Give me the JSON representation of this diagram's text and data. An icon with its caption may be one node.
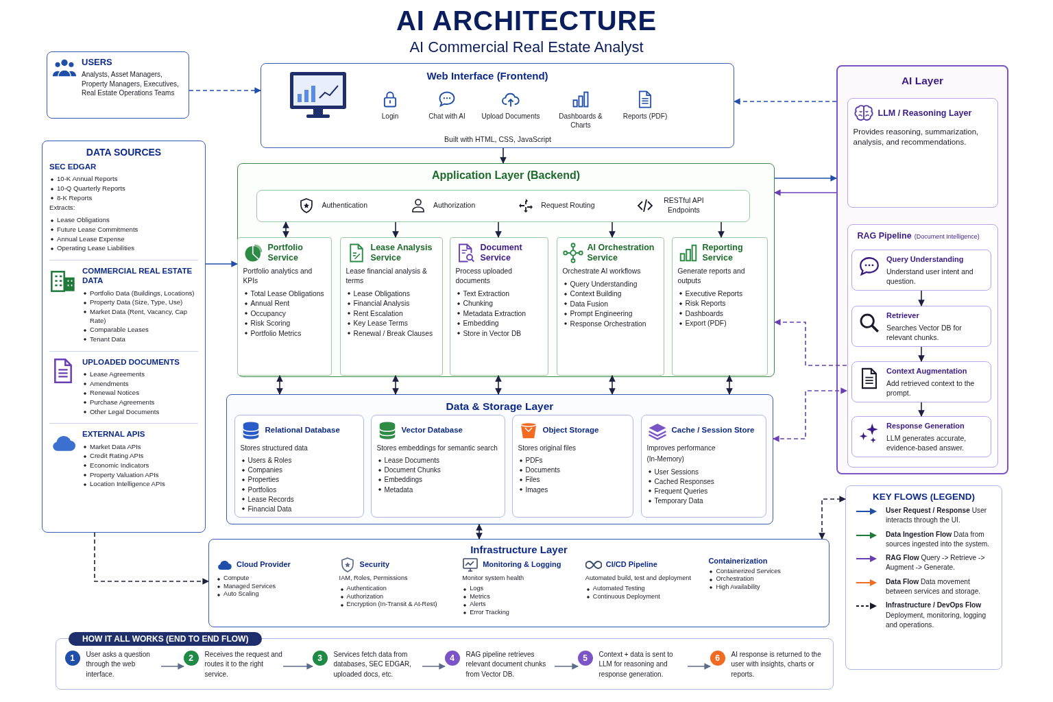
{
  "diagram": {
    "title": "AI ARCHITECTURE",
    "nodes": [
      {
        "text": [
          "USERS",
          "Analysts, Asset Managers, Property Managers, Executives, Real Estate Operations Teams"
        ]
      },
      {
        "text": [
          "Web Interface (Frontend)",
          "Login",
          "Chat with AI",
          "Upload Documents",
          "Dashboards & Charts",
          "Reports (PDF)",
          "Built with HTML, CSS, JavaScript"
        ]
      },
      {
        "text": [
          "DATA SOURCES",
          "SEC EDGAR",
          "10-K Annual Reports",
          "10-Q Quarterly Reports",
          "8-K Reports",
          "Extracts:",
          "Lease Obligations",
          "Future Lease Commitments",
          "Annual Lease Expense",
          "Operating Lease Liabilities",
          "COMMERCIAL REAL ESTATE DATA",
          "Portfolio Data (Buildings, Locations)",
          "Property Data (Size, Type, Use)",
          "Market Data (Rent, Vacancy, Cap Rate)",
          "Comparable Leases",
          "Tenant Data",
          "UPLOADED DOCUMENTS",
          "Lease Agreements",
          "Amendments",
          "Renewal Notices",
          "Purchase Agreements",
          "Other Legal Documents",
          "EXTERNAL APIS",
          "Market Data APIs",
          "Credit Rating APIs",
          "Economic Indicators",
          "Property Valuation APIs",
          "Location Intelligence APIs"
        ]
      },
      {
        "text": [
          "Application Layer (Backend)"
        ]
      },
      {
        "text": [
          "Authentication",
          "Authorization",
          "Request Routing",
          "RESTful API Endpoints"
        ],
        "in": 3
      },
      {
        "text": [
          "Portfolio Service",
          "Portfolio analytics and KPIs",
          "Total Lease Obligations",
          "Annual Rent",
          "Occupancy",
          "Risk Scoring",
          "Portfolio Metrics"
        ],
        "in": 3
      },
      {
        "text": [
          "Lease Analysis Service",
          "Lease financial analysis & terms",
          "Lease Obligations",
          "Financial Analysis",
          "Rent Escalation",
          "Key Lease Terms",
          "Renewal / Break Clauses"
        ],
        "in": 3
      },
      {
        "text": [
          "Document Service",
          "Process uploaded documents",
          "Text Extraction",
          "Chunking",
          "Metadata Extraction",
          "Embedding",
          "Store in Vector DB"
        ],
        "in": 3
      },
      {
        "text": [
          "AI Orchestration Service",
          "Orchestrate AI workflows",
          "Query Understanding",
          "Context Building",
          "Data Fusion",
          "Prompt Engineering",
          "Response Orchestration"
        ],
        "in": 3
      },
      {
        "text": [
          "Reporting Service",
          "Generate reports and outputs",
          "Executive Reports",
          "Risk Reports",
          "Dashboards",
          "Export (PDF)"
        ],
        "in": 3
      },
      {
        "text": [
          "Data & Storage Layer"
        ]
      },
      {
        "text": [
          "Relational Database",
          "Stores structured data",
          "Users & Roles",
          "Companies",
          "Properties",
          "Portfolios",
          "Lease Records",
          "Financial Data"
        ],
        "in": 10
      },
      {
        "text": [
          "Vector Database",
          "Stores embeddings for semantic search",
          "Lease Documents",
          "Document Chunks",
          "Embeddings",
          "Metadata"
        ],
        "in": 10
      },
      {
        "text": [
          "Object Storage",
          "Stores original files",
          "PDFs",
          "Documents",
          "Files",
          "Images"
        ],
        "in": 10
      },
      {
        "text": [
          "Cache / Session Store",
          "Improves performance",
          "(In-Memory)",
          "User Sessions",
          "Cached Responses",
          "Frequent Queries",
          "Temporary Data"
        ],
        "in": 10
      },
      {
        "text": [
          "AI Layer"
        ]
      },
      {
        "text": [
          "LLM / Reasoning Layer",
          "Provides reasoning, summarization, analysis, and recommendations."
        ],
        "in": 15
      },
      {
        "text": [
          "RAG Pipeline",
          "(Document Intelligence)"
        ],
        "in": 15
      },
      {
        "text": [
          "Query Understanding",
          "Understand user intent and question."
        ],
        "in": 17
      },
      {
        "text": [
          "Retriever",
          "Searches Vector DB for relevant chunks."
        ],
        "in": 17
      },
      {
        "text": [
          "Context Augmentation",
          "Add retrieved context to the prompt."
        ],
        "in": 17
      },
      {
        "text": [
          "Response Generation",
          "LLM generates accurate, evidence-based answer."
        ],
        "in": 17
      },
      {
        "text": [
          "Infrastructure Layer",
          "Cloud Provider",
          "Compute",
          "Managed Services",
          "Auto Scaling",
          "Security",
          "IAM, Roles, Permissions",
          "Authentication",
          "Authorization",
          "Encryption (In-Transit & At-Rest)",
          "Monitoring & Logging",
          "Monitor system health",
          "Logs",
          "Metrics",
          "Alerts",
          "Error Tracking",
          "CI/CD Pipeline",
          "Automated build, test and deployment",
          "Automated Testing",
          "Continuous Deployment",
          "Containerization",
          "Containerized Services",
          "Orchestration",
          "High Availability"
        ]
      },
      {
        "text": [
          "KEY FLOWS (LEGEND)"
        ]
      },
      {
        "text": [
          "HOW IT ALL WORKS (END TO END FLOW)"
        ]
      },
      {
        "text": [
          "1"
        ],
        "in": 24,
        "beside": [
          "User asks a question through the web interface."
        ]
      },
      {
        "text": [
          "2"
        ],
        "in": 24,
        "beside": [
          "Receives the request and routes it to the right service."
        ]
      },
      {
        "text": [
          "3"
        ],
        "in": 24,
        "beside": [
          "Services fetch data from databases, SEC EDGAR, uploaded docs, etc."
        ]
      },
      {
        "text": [
          "4"
        ],
        "in": 24,
        "beside": [
          "RAG pipeline retrieves relevant document chunks from Vector DB."
        ]
      },
      {
        "text": [
          "5"
        ],
        "in": 24,
        "beside": [
          "Context + data is sent to LLM for reasoning and response generation."
        ]
      },
      {
        "text": [
          "6"
        ],
        "in": 24,
        "beside": [
          "AI response is returned to the user with insights, charts or reports."
        ]
      }
    ],
    "edges": [
      {
        "from": 0,
        "to": 1,
        "arrow": "to",
        "style": "dashed",
        "color": "#1f4fa8"
      },
      {
        "from": 1,
        "to": 3,
        "arrow": "to"
      },
      {
        "from": 15,
        "to": 1,
        "arrow": "to",
        "style": "dashed",
        "color": "#1f4fa8"
      },
      {
        "from": 3,
        "to": 15,
        "arrow": "to",
        "color": "#1f4fa8"
      },
      {
        "from": 15,
        "to": 3,
        "arrow": "to",
        "color": "#6a3fb5"
      },
      {
        "from": 2,
        "to": 3,
        "arrow": "to",
        "color": "#1f4fa8"
      },
      {
        "from": 4,
        "to": 5,
        "arrow": "both"
      },
      {
        "from": 4,
        "to": 6,
        "arrow": "to"
      },
      {
        "from": 4,
        "to": 7,
        "arrow": "to"
      },
      {
        "from": 4,
        "to": 8,
        "arrow": "to"
      },
      {
        "from": 4,
        "to": 9,
        "arrow": "to"
      },
      {
        "from": 17,
        "to": 3,
        "arrow": "to",
        "style": "dashed",
        "color": "#6a3fb5"
      },
      {
        "from": 5,
        "to": 10,
        "arrow": "both"
      },
      {
        "from": 6,
        "to": 10,
        "arrow": "both"
      },
      {
        "from": 7,
        "to": 10,
        "arrow": "both"
      },
      {
        "from": 8,
        "to": 10,
        "arrow": "both"
      },
      {
        "from": 9,
        "to": 10,
        "arrow": "both"
      },
      {
        "from": 10,
        "to": 17,
        "arrow": "both",
        "style": "dashed",
        "color": "#6a3fb5"
      },
      {
        "from": 10,
        "to": 22,
        "arrow": "both"
      },
      {
        "from": 2,
        "to": 22,
        "arrow": "to",
        "style": "dashed"
      },
      {
        "from": 22,
        "to": 23,
        "arrow": "both",
        "style": "dashed"
      },
      {
        "from": 18,
        "to": 19,
        "arrow": "to"
      },
      {
        "from": 19,
        "to": 20,
        "arrow": "to"
      },
      {
        "from": 20,
        "to": 21,
        "arrow": "to"
      },
      {
        "from": 25,
        "to": 26,
        "arrow": "to",
        "color": "#5b6b88"
      },
      {
        "from": 26,
        "to": 27,
        "arrow": "to",
        "color": "#5b6b88"
      },
      {
        "from": 27,
        "to": 28,
        "arrow": "to",
        "color": "#5b6b88"
      },
      {
        "from": 28,
        "to": 29,
        "arrow": "to",
        "color": "#5b6b88"
      },
      {
        "from": 29,
        "to": 30,
        "arrow": "to",
        "color": "#5b6b88"
      }
    ],
    "labels": [
      "AI Commercial Real Estate Analyst"
    ],
    "legend": [
      {
        "text": "**User Request / Response** User interacts through the UI."
      },
      {
        "text": "**Data Ingestion Flow** Data from sources ingested into the system."
      },
      {
        "text": "**RAG Flow** Query -> Retrieve -> Augment -> Generate."
      },
      {
        "text": "**Data Flow** Data movement between services and storage."
      },
      {
        "text": "**Infrastructure / DevOps Flow** Deployment, monitoring, logging and operations."
      }
    ]
  }
}
